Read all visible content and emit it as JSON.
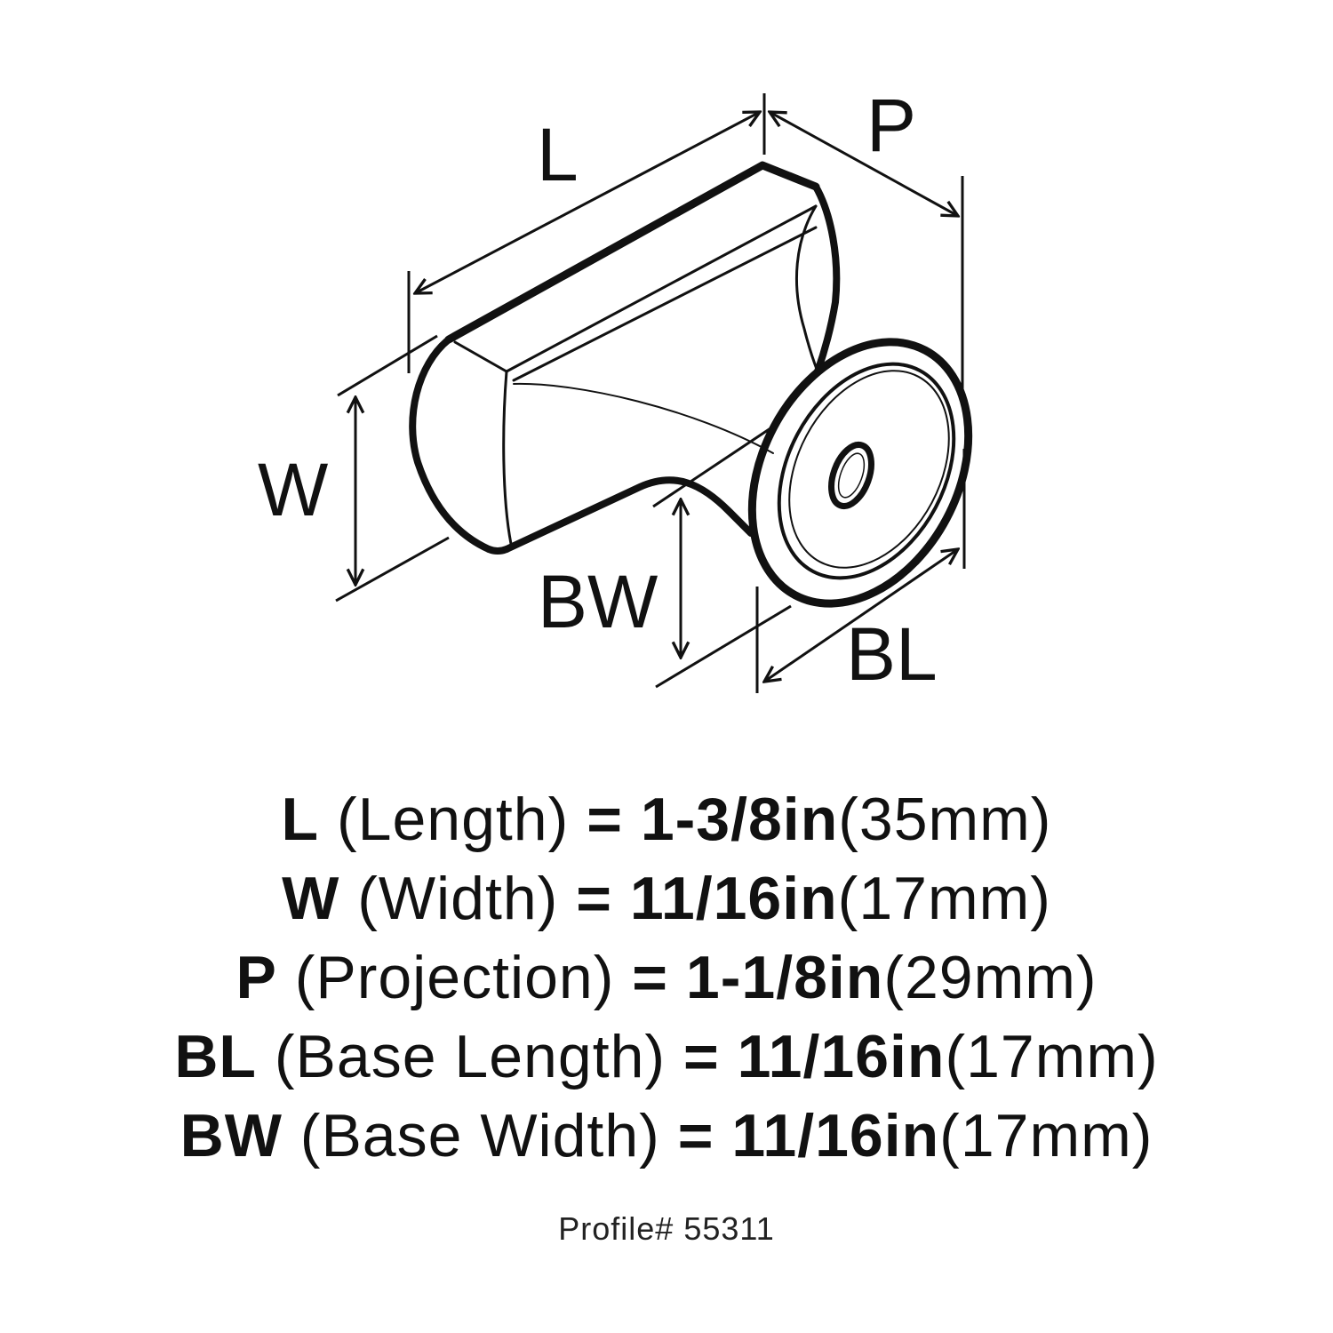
{
  "drawing": {
    "subject": "cabinet knob dimension drawing",
    "labels": {
      "L": "L",
      "P": "P",
      "W": "W",
      "BW": "BW",
      "BL": "BL"
    },
    "line_color": "#111111",
    "background": "#ffffff"
  },
  "specs": [
    {
      "code": "L",
      "name": "(Length)",
      "eq": "=",
      "imperial": "1-3/8in",
      "metric": "(35mm)"
    },
    {
      "code": "W",
      "name": "(Width)",
      "eq": "=",
      "imperial": "11/16in",
      "metric": "(17mm)"
    },
    {
      "code": "P",
      "name": "(Projection)",
      "eq": "=",
      "imperial": "1-1/8in",
      "metric": "(29mm)"
    },
    {
      "code": "BL",
      "name": "(Base Length)",
      "eq": "=",
      "imperial": "11/16in",
      "metric": "(17mm)"
    },
    {
      "code": "BW",
      "name": "(Base Width)",
      "eq": "=",
      "imperial": "11/16in",
      "metric": "(17mm)"
    }
  ],
  "footer": {
    "profile": "Profile# 55311"
  }
}
